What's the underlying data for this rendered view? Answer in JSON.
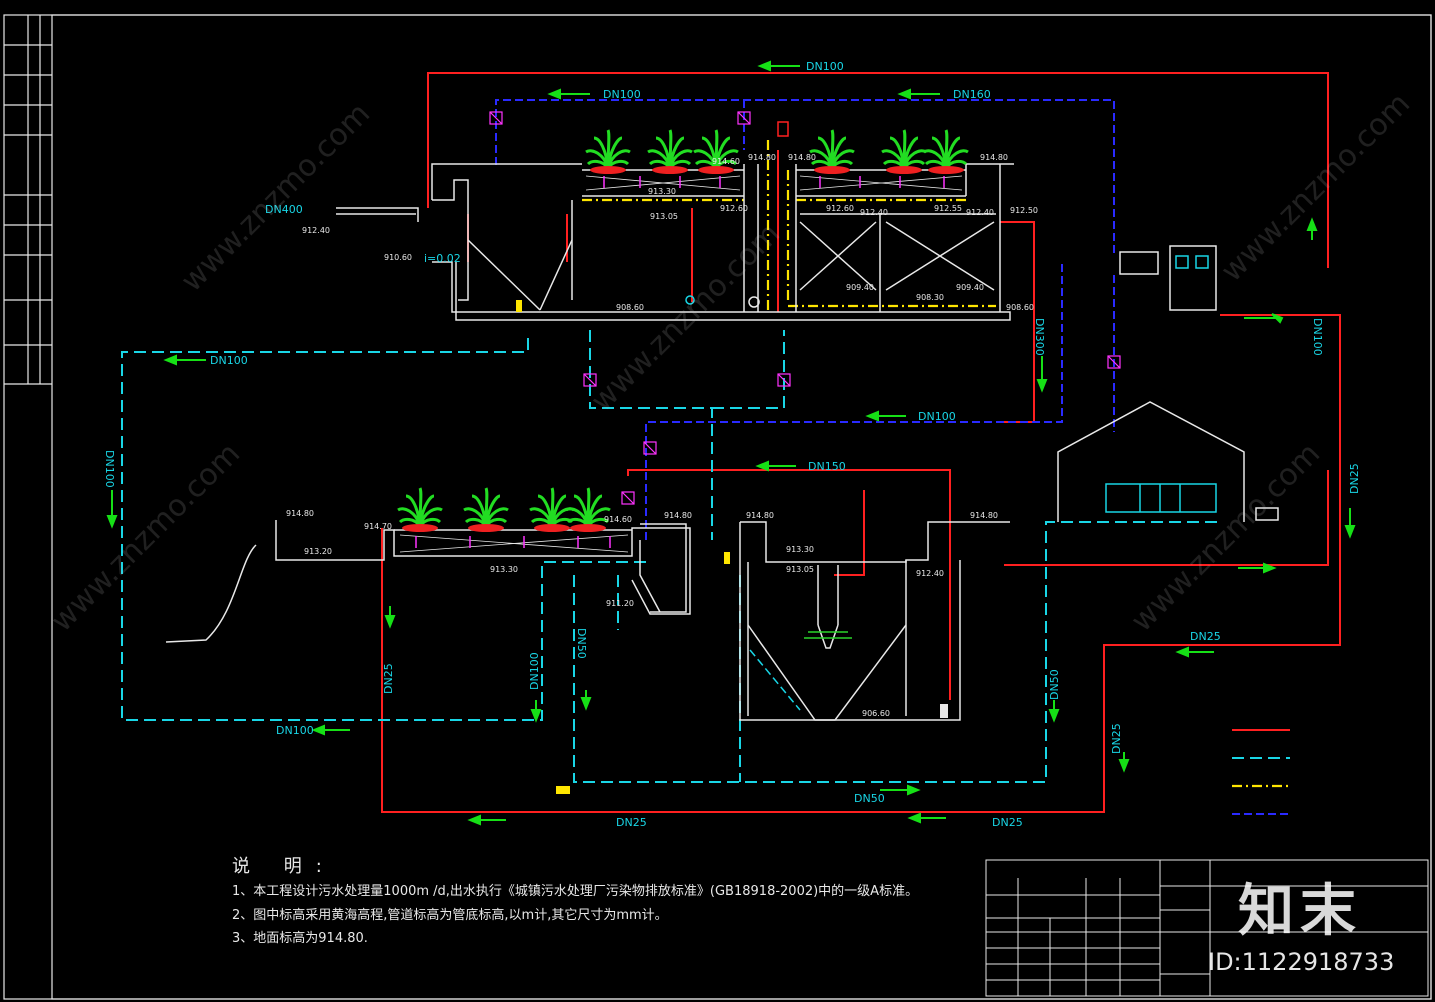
{
  "pipe_labels": {
    "dn100_top": "DN100",
    "dn100_blue": "DN100",
    "dn160": "DN160",
    "dn400_inlet": "DN400",
    "dn100_left_h": "DN100",
    "dn100_left_v": "DN100",
    "dn300": "DN300",
    "dn100_mid": "DN100",
    "dn150": "DN150",
    "dn100_right_v": "DN100",
    "dn25_left": "DN25",
    "dn100_center_v": "DN100",
    "dn50_center_v": "DN50",
    "dn100_bottom": "DN100",
    "dn50_bottom": "DN50",
    "dn25_bottom_left": "DN25",
    "dn25_bottom_right": "DN25",
    "dn50_right_v": "DN50",
    "dn25_right_v1": "DN25",
    "dn25_right_v2": "DN25",
    "dn25_right_h": "DN25"
  },
  "elevations": {
    "e_912_40_inlet": "912.40",
    "e_910_60": "910.60",
    "slope": "i=0.02",
    "e_914_60_a": "914.60",
    "e_913_30_a": "913.30",
    "e_913_05_a": "913.05",
    "e_912_60_a": "912.60",
    "e_914_80_a": "914.80",
    "e_914_80_b": "914.80",
    "e_914_80_c": "914.80",
    "e_912_60_b": "912.60",
    "e_912_40_b": "912.40",
    "e_912_55": "912.55",
    "e_912_40_c": "912.40",
    "e_912_50": "912.50",
    "e_909_40_a": "909.40",
    "e_908_30": "908.30",
    "e_909_40_b": "909.40",
    "e_908_60_a": "908.60",
    "e_908_60_b": "908.60",
    "e_914_80_d": "914.80",
    "e_913_20": "913.20",
    "e_914_70": "914.70",
    "e_914_60_b": "914.60",
    "e_913_30_b": "913.30",
    "e_914_80_e": "914.80",
    "e_911_20": "911.20",
    "e_914_80_f": "914.80",
    "e_913_30_c": "913.30",
    "e_913_05_b": "913.05",
    "e_912_40_d": "912.40",
    "e_914_80_g": "914.80",
    "e_906_60": "906.60"
  },
  "notes": {
    "title": "说 明:",
    "line1": "1、本工程设计污水处理量1000m /d,出水执行《城镇污水处理厂污染物排放标准》(GB18918-2002)中的一级A标准。",
    "line2": "2、图中标高采用黄海高程,管道标高为管底标高,以m计,其它尺寸为mm计。",
    "line3": "3、地面标高为914.80."
  },
  "watermarks": {
    "logo": "知末",
    "id": "ID:1122918733",
    "site": "www.znzmo.com"
  },
  "colors": {
    "sewage": "#ff2020",
    "sludge": "#19d6e6",
    "air": "#ffe600",
    "odor": "#2a2aff",
    "frame": "#e8e8e8",
    "structure": "#e8e8e8",
    "plant": "#22dd22",
    "arrow": "#16e016",
    "text_cyan": "#19d6e6",
    "text_elev": "#e8e8e8",
    "magenta": "#ff33ff"
  }
}
